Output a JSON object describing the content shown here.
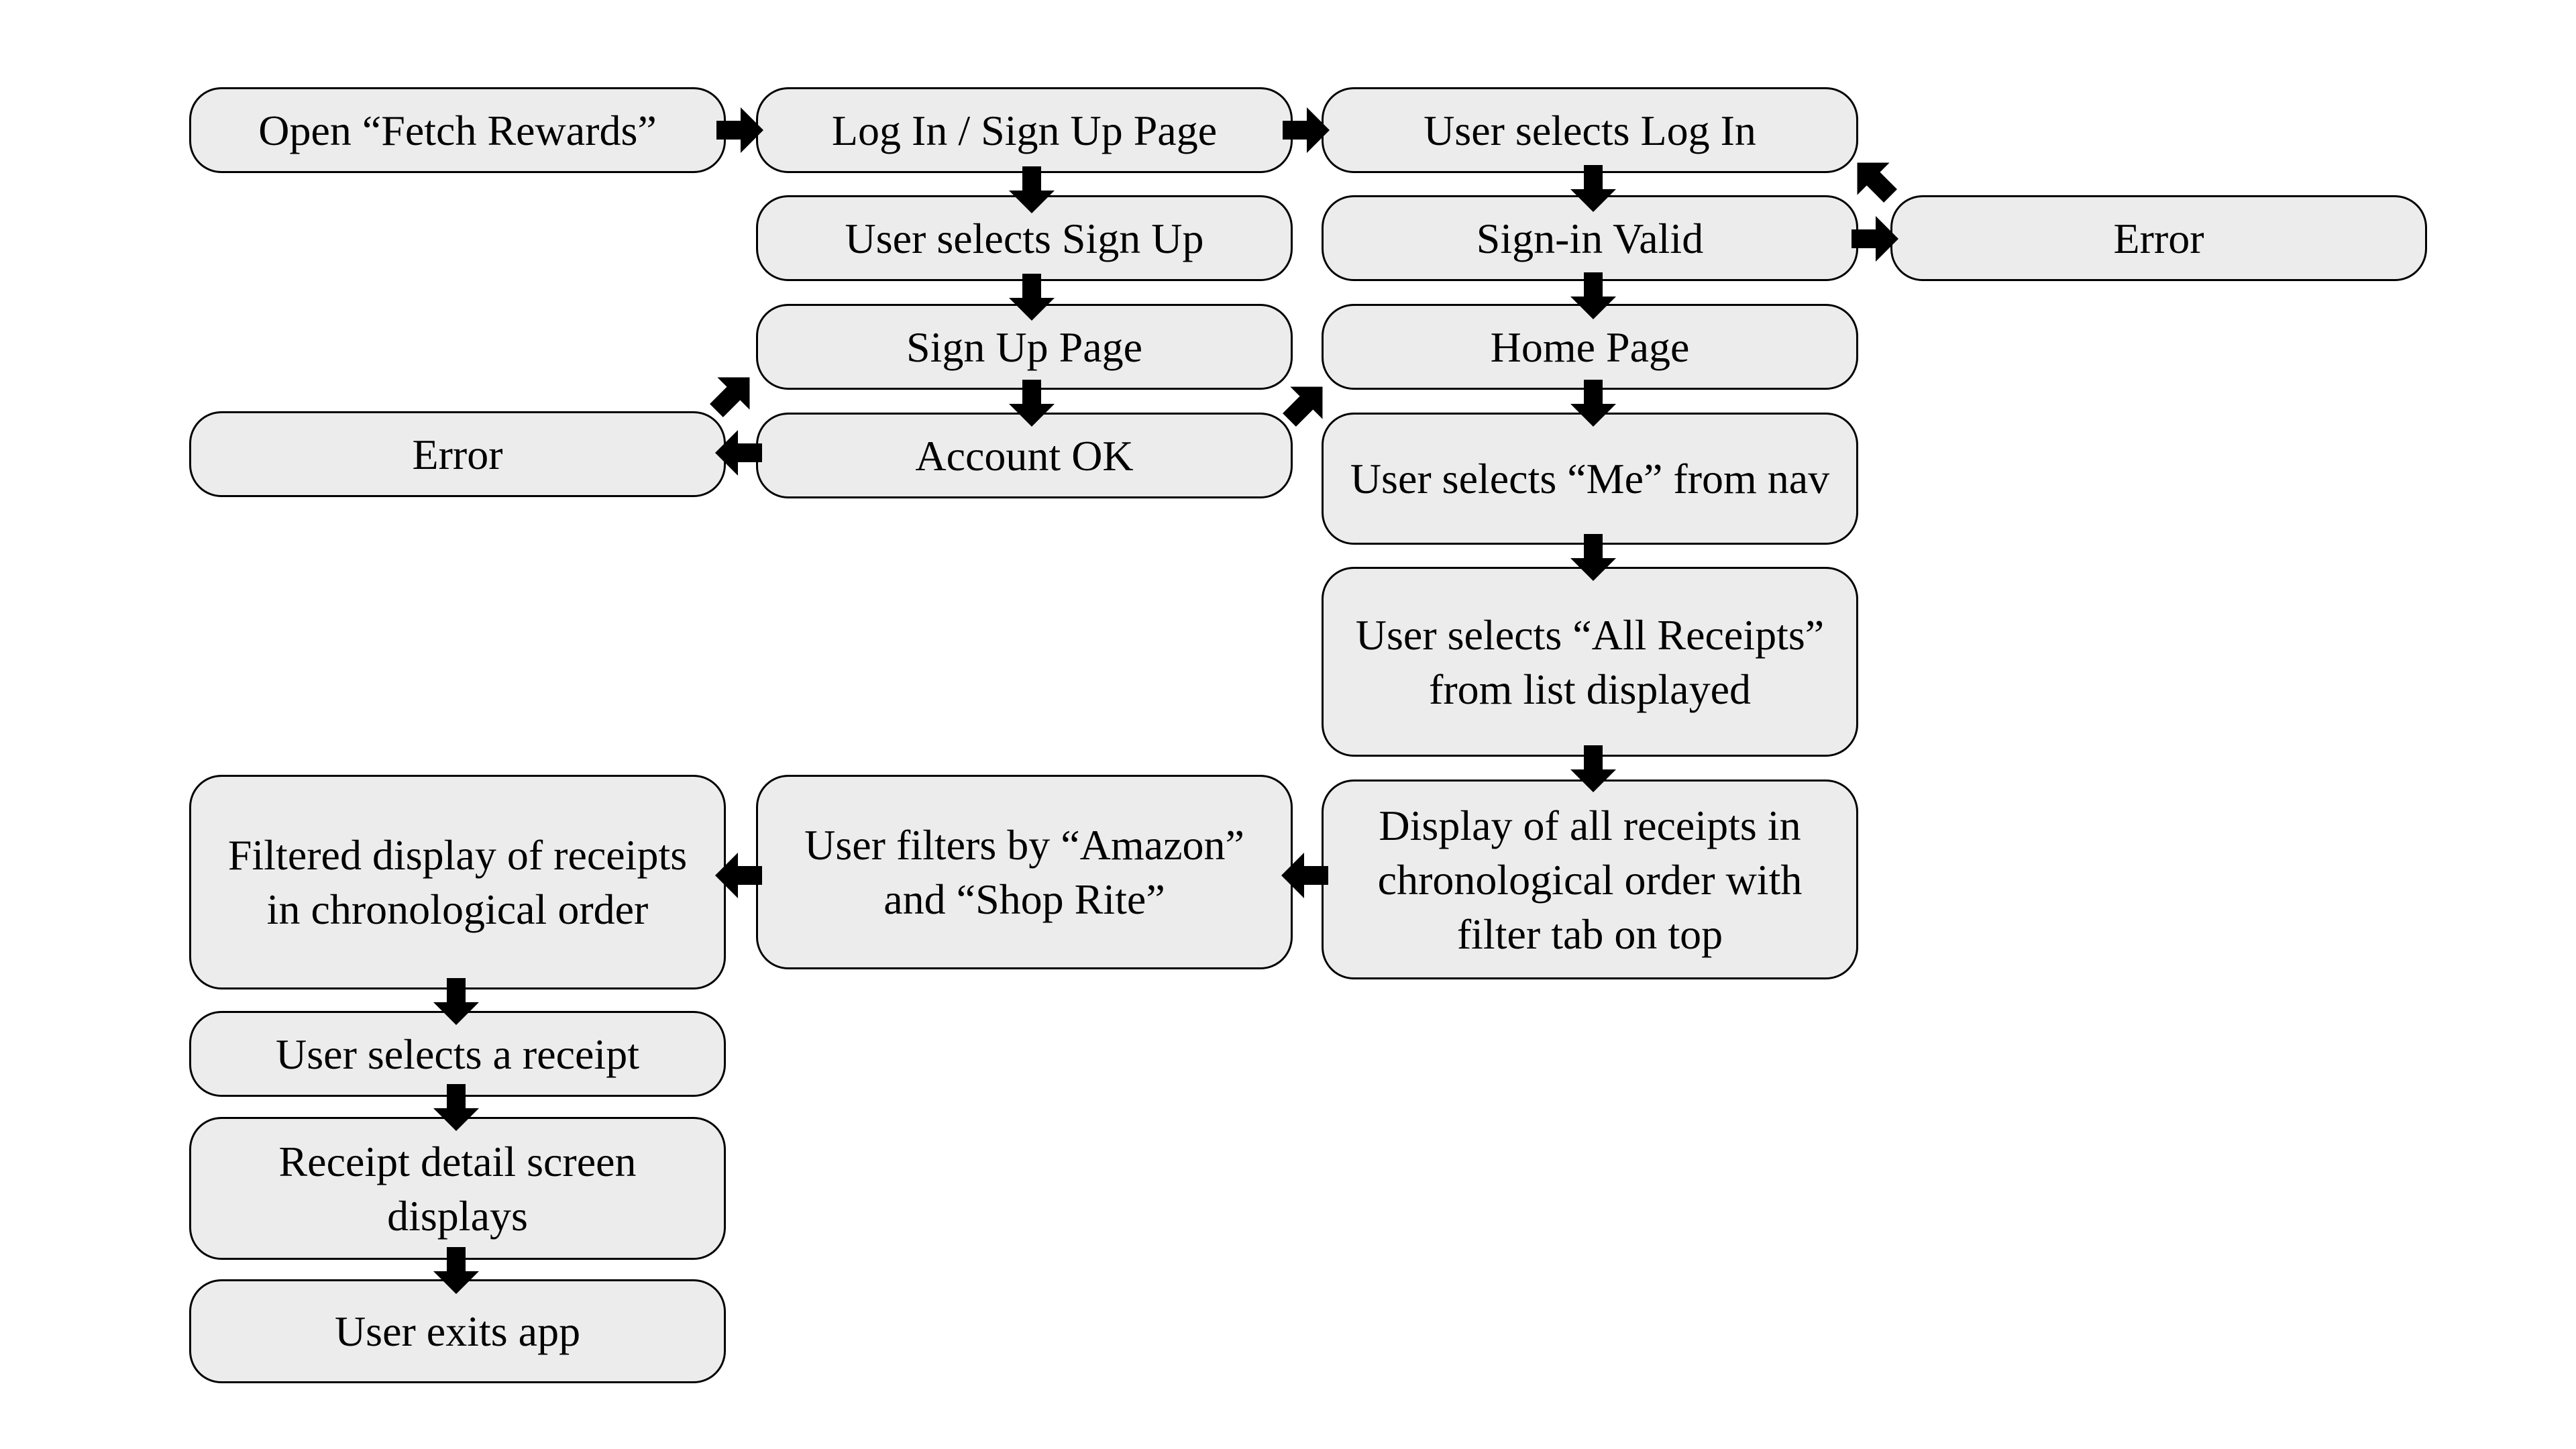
{
  "diagram": {
    "nodes": {
      "open_app": "Open “Fetch Rewards”",
      "login_signup_page": "Log In / Sign Up Page",
      "user_selects_login": "User selects Log In",
      "user_selects_signup": "User selects Sign Up",
      "signin_valid": "Sign-in Valid",
      "error_signin": "Error",
      "signup_page": "Sign Up Page",
      "home_page": "Home Page",
      "error_signup": "Error",
      "account_ok": "Account OK",
      "user_selects_me": "User selects “Me” from nav",
      "user_selects_all_receipts": "User selects “All Receipts” from list displayed",
      "filtered_display": "Filtered display of receipts in chronological order",
      "user_filters": "User filters by “Amazon” and “Shop Rite”",
      "display_all_receipts": "Display of all receipts in chronological order with filter tab on top",
      "user_selects_receipt": "User selects a receipt",
      "receipt_detail": "Receipt detail screen displays",
      "user_exits": "User exits app"
    },
    "edges": [
      [
        "open_app",
        "login_signup_page"
      ],
      [
        "login_signup_page",
        "user_selects_login"
      ],
      [
        "login_signup_page",
        "user_selects_signup"
      ],
      [
        "user_selects_signup",
        "signup_page"
      ],
      [
        "signup_page",
        "account_ok"
      ],
      [
        "account_ok",
        "error_signup"
      ],
      [
        "error_signup",
        "signup_page"
      ],
      [
        "account_ok",
        "home_page"
      ],
      [
        "user_selects_login",
        "signin_valid"
      ],
      [
        "signin_valid",
        "error_signin"
      ],
      [
        "error_signin",
        "user_selects_login"
      ],
      [
        "signin_valid",
        "home_page"
      ],
      [
        "home_page",
        "user_selects_me"
      ],
      [
        "user_selects_me",
        "user_selects_all_receipts"
      ],
      [
        "user_selects_all_receipts",
        "display_all_receipts"
      ],
      [
        "display_all_receipts",
        "user_filters"
      ],
      [
        "user_filters",
        "filtered_display"
      ],
      [
        "filtered_display",
        "user_selects_receipt"
      ],
      [
        "user_selects_receipt",
        "receipt_detail"
      ],
      [
        "receipt_detail",
        "user_exits"
      ]
    ]
  }
}
